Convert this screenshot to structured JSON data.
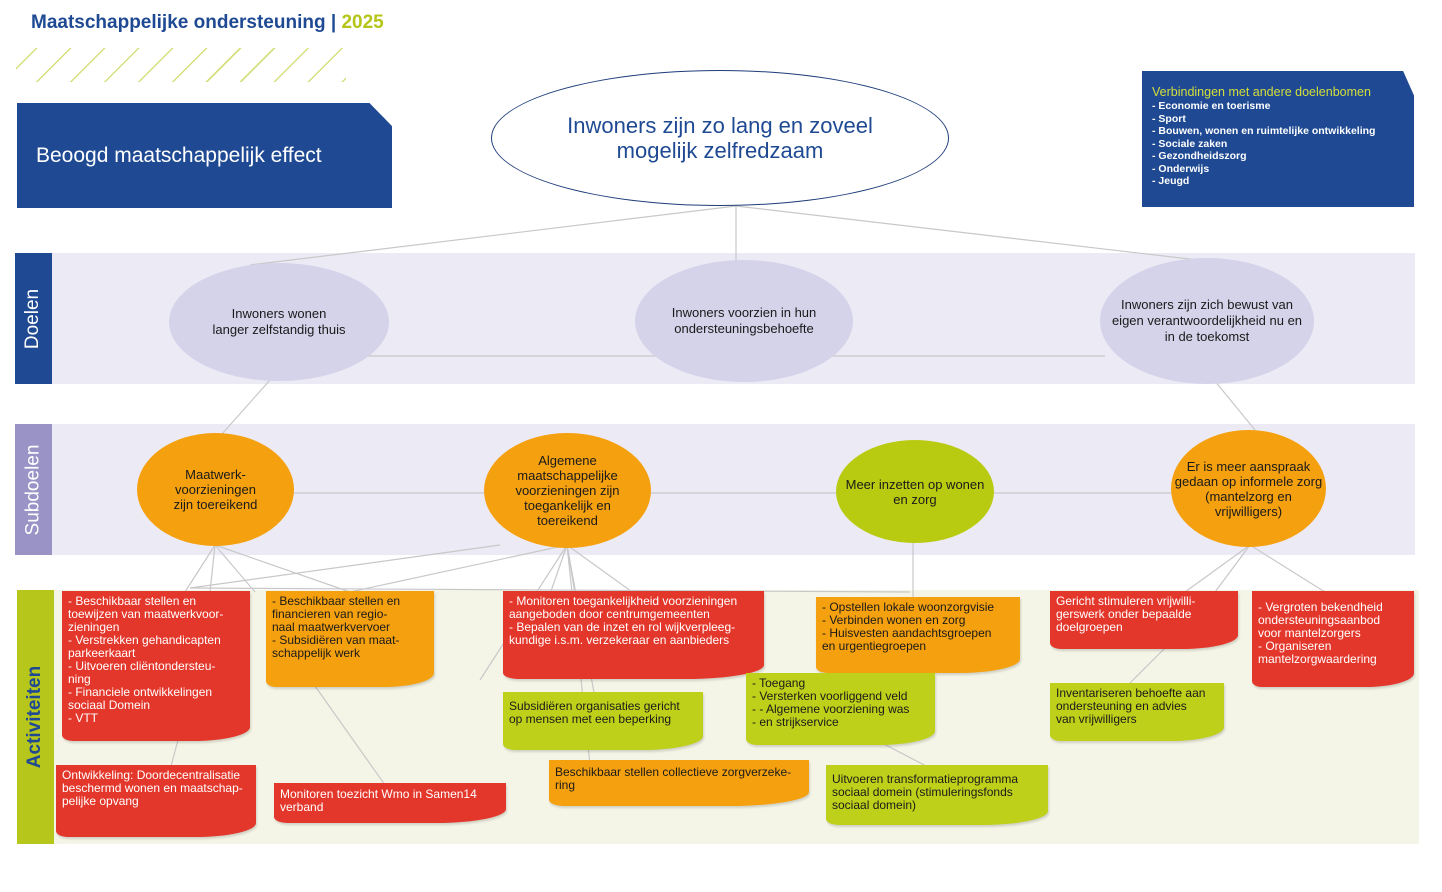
{
  "header": {
    "title": "Maatschappelijke ondersteuning",
    "separator": " | ",
    "year": "2025"
  },
  "effect": {
    "label": "Beoogd maatschappelijk effect",
    "statement": "Inwoners zijn zo lang en zoveel\nmogelijk zelfredzaam"
  },
  "links_box": {
    "title": "Verbindingen met andere doelenbomen",
    "items": [
      "- Economie en toerisme",
      "- Sport",
      "- Bouwen, wonen en ruimtelijke ontwikkeling",
      "- Sociale zaken",
      "- Gezondheidszorg",
      "- Onderwijs",
      "- Jeugd"
    ]
  },
  "rows": {
    "doelen": "Doelen",
    "subdoelen": "Subdoelen",
    "activiteiten": "Activiteiten"
  },
  "goals": [
    "Inwoners wonen\nlanger zelfstandig thuis",
    "Inwoners voorzien in hun\nondersteuningsbehoefte",
    "Inwoners zijn zich bewust van\neigen verantwoordelijkheid nu en\nin de toekomst"
  ],
  "subgoals": [
    "Maatwerk-\nvoorzieningen\nzijn toereikend",
    "Algemene\nmaatschappelijke\nvoorzieningen zijn\ntoegankelijk en\ntoereikend",
    "Meer inzetten op wonen\nen zorg",
    "Er is meer aanspraak\ngedaan op informele zorg\n(mantelzorg en vrijwilligers)"
  ],
  "activities": {
    "a1": "-    Beschikbaar stellen en\n     toewijzen van maatwerkvoor-\n     zieningen\n-    Verstrekken gehandicapten\n     parkeerkaart\n-    Uitvoeren cliëntondersteu-\n     ning\n-    Financiele ontwikkelingen\n     sociaal Domein\n-    VTT",
    "a2": "Ontwikkeling: Doordecentralisatie\nbeschermd wonen en maatschap-\npelijke opvang",
    "a3": "-    Beschikbaar stellen en\n     financieren van regio-\n     naal maatwerkvervoer\n-    Subsidiëren van maat-\n     schappelijk werk",
    "a4": "Monitoren toezicht Wmo in Samen14\nverband",
    "a5": "- Monitoren toegankelijkheid voorzieningen\n  aangeboden door centrumgemeenten\n- Bepalen van de inzet en rol wijkverpleeg-\n  kundige i.s.m. verzekeraar en aanbieders",
    "a6": "Subsidiëren organisaties gericht\nop mensen met een beperking",
    "a7": "Beschikbaar stellen collectieve zorgverzeke-\nring",
    "a8": "- Opstellen lokale woonzorgvisie\n- Verbinden wonen en zorg\n- Huisvesten aandachtsgroepen\n  en urgentiegroepen",
    "a9": "- Toegang\n- Versterken voorliggend veld\n- - Algemene voorziening was\n- en strijkservice",
    "a10": "Uitvoeren transformatieprogramma\nsociaal domein (stimuleringsfonds\nsociaal domein)",
    "a11": "Gericht stimuleren vrijwilli-\ngerswerk onder bepaalde\ndoelgroepen",
    "a12": "Inventariseren behoefte aan\nondersteuning en advies\nvan vrijwilligers",
    "a13": "- Vergroten bekendheid\n  ondersteuningsaanbod\n  voor mantelzorgers\n- Organiseren\n  mantelzorgwaardering"
  },
  "colors": {
    "navy": "#1f4a93",
    "lime": "#b9cb11",
    "orange": "#f5a00f",
    "red": "#e4372b",
    "lavender": "#d5d3ea"
  }
}
